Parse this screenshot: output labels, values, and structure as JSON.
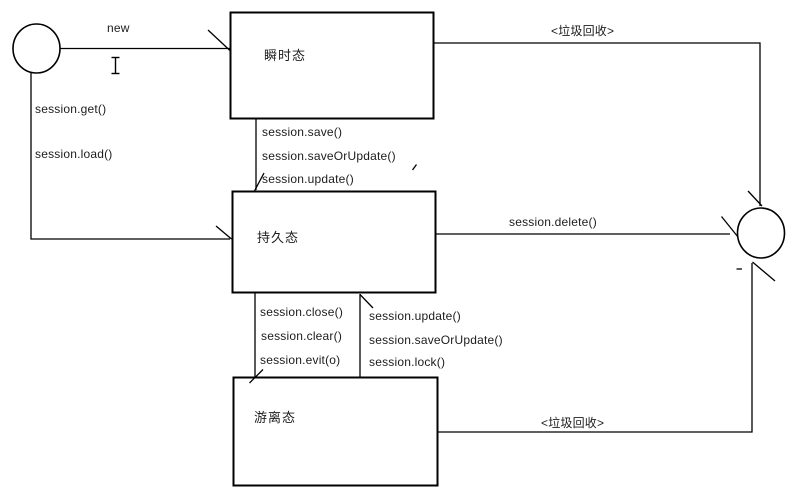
{
  "background": "#ffffff",
  "line_color": "#000000",
  "nodes": {
    "transient": "瞬时态",
    "persistent": "持久态",
    "detached": "游离态"
  },
  "edges": {
    "new_label": "new",
    "get_label": "session.get()",
    "load_label": "session.load()",
    "save_label": "session.save()",
    "save_or_update_label": "session.saveOrUpdate()",
    "update_label": "session.update()",
    "gc_top_label": "<垃圾回收>",
    "delete_label": "session.delete()",
    "close_label": "session.close()",
    "clear_label": "session.clear()",
    "evict_label": "session.evit(o)",
    "reattach_update_label": "session.update()",
    "reattach_save_or_update_label": "session.saveOrUpdate()",
    "lock_label": "session.lock()",
    "gc_bottom_label": "<垃圾回收>"
  }
}
